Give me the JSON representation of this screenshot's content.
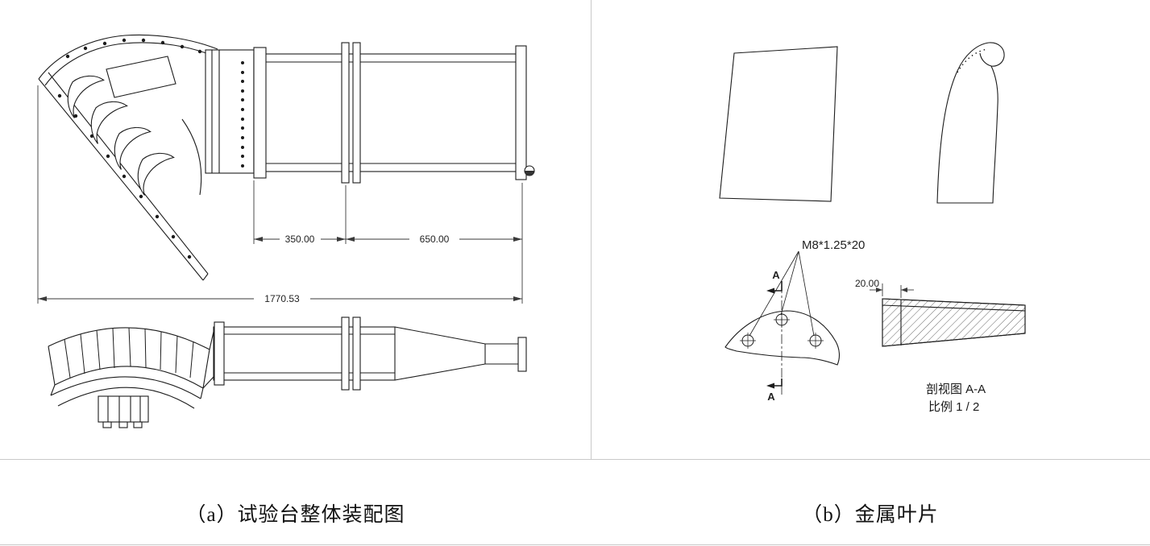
{
  "panels": {
    "left": {
      "caption": "（a）试验台整体装配图",
      "dimensions": {
        "duct_front": "350.00",
        "duct_rear": "650.00",
        "overall": "1770.53"
      }
    },
    "right": {
      "caption": "（b）金属叶片",
      "thread_callout": "M8*1.25*20",
      "thickness_dim": "20.00",
      "section_marker_top": "A",
      "section_marker_bottom": "A",
      "section_view_title": "剖视图 A-A",
      "scale_note": "比例 1 / 2"
    }
  }
}
